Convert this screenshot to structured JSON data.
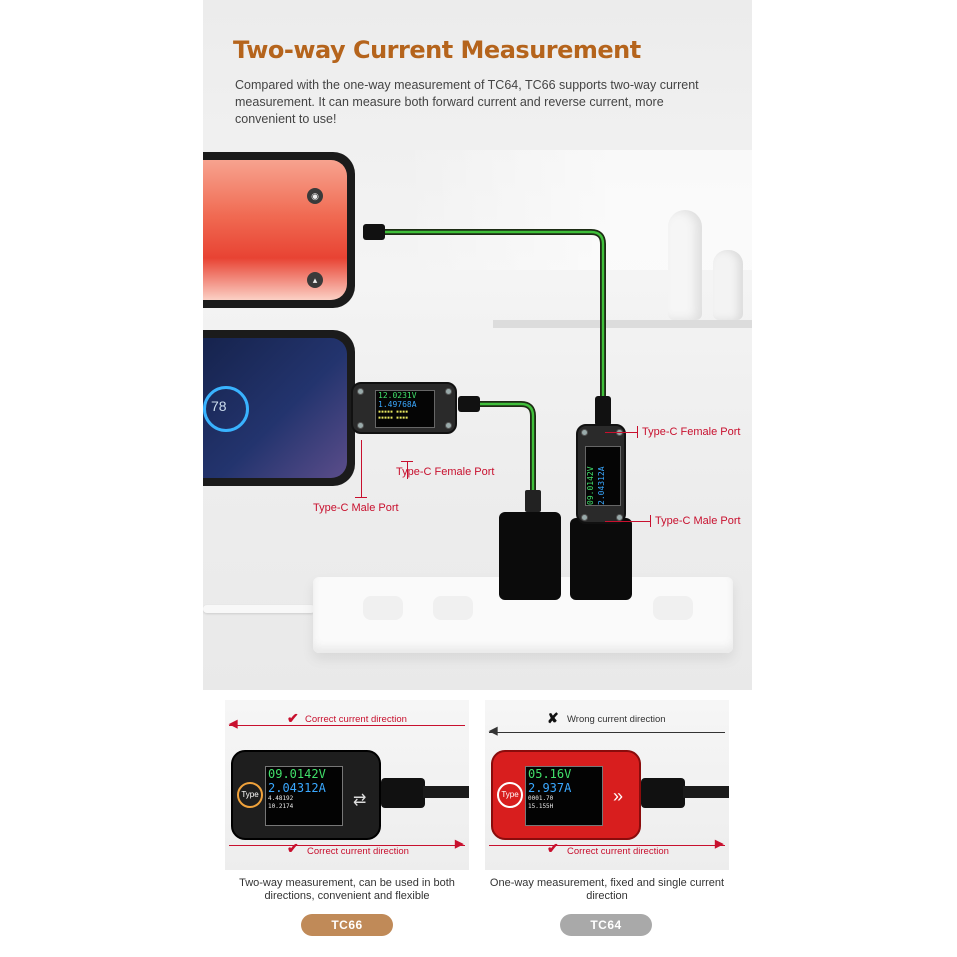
{
  "header": {
    "title": "Two-way Current Measurement",
    "intro": "Compared with the one-way measurement of TC64, TC66 supports two-way current measurement. It can measure both forward current and reverse current, more convenient to use!"
  },
  "phone2": {
    "battery": "78"
  },
  "meter_left": {
    "voltage": "12.0231V",
    "current": "1.49768A"
  },
  "meter_right": {
    "voltage": "09.0142V",
    "current": "2.04312A"
  },
  "callouts": {
    "female_left": "Type-C Female Port",
    "male_left": "Type-C Male Port",
    "female_right": "Type-C Female Port",
    "male_right": "Type-C Male Port"
  },
  "comparison": {
    "tc66": {
      "top_direction": "Correct current direction",
      "bottom_direction": "Correct current direction",
      "voltage": "09.0142V",
      "current": "2.04312A",
      "stat1": "4.48192",
      "stat2": "10.2174",
      "logo": "Type",
      "caption": "Two-way measurement, can be used in both directions, convenient and flexible",
      "badge": "TC66"
    },
    "tc64": {
      "top_direction": "Wrong current direction",
      "bottom_direction": "Correct current direction",
      "voltage": "05.16V",
      "current": "2.937A",
      "stat1": "0001.70",
      "stat2": "15.155H",
      "logo": "Type",
      "caption": "One-way measurement, fixed and single current direction",
      "badge": "TC64"
    }
  },
  "colors": {
    "title": "#b5641c",
    "accent_red": "#c8102e",
    "cable_green": "#3fbf3a",
    "tc66_badge": "#c08a58",
    "tc64_badge": "#a9a9a9"
  }
}
